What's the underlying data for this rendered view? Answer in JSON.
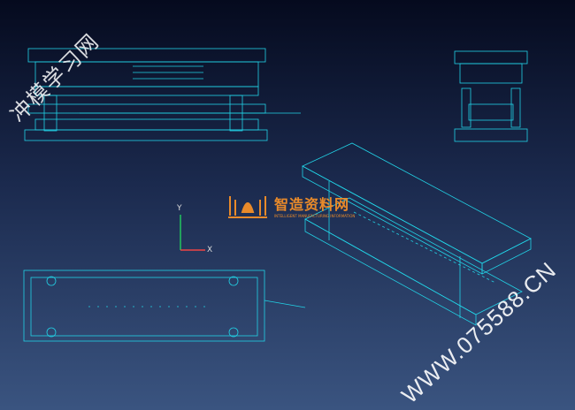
{
  "watermarks": {
    "site_cn": "冲模学习网",
    "url": "WWW.075588.CN",
    "logo_title": "智造资料网",
    "logo_subtitle": "INTELLIGENT MANUFACTURING INFORMATION"
  },
  "axes": {
    "y_label": "Y",
    "x_label": "X"
  },
  "colors": {
    "line": "#22d3e6",
    "background_top": "#050a1e",
    "background_bottom": "#3a5480",
    "logo": "#e98a2a"
  }
}
